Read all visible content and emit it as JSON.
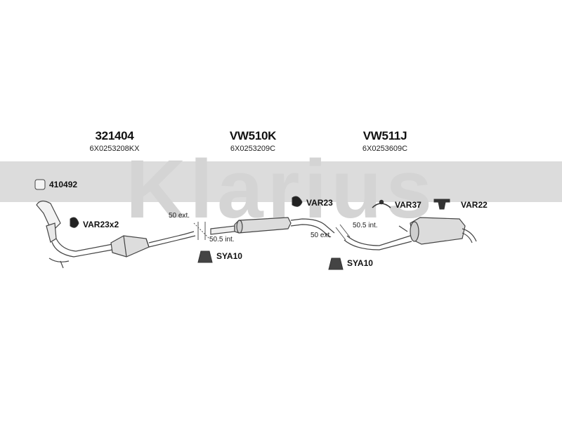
{
  "watermark": {
    "text": "Klarius",
    "color": "#d9d9d9"
  },
  "sections": [
    {
      "part_number": "321404",
      "reference": "6X0253208KX"
    },
    {
      "part_number": "VW510K",
      "reference": "6X0253209C"
    },
    {
      "part_number": "VW511J",
      "reference": "6X0253609C"
    }
  ],
  "parts": {
    "gasket": "410492",
    "clamp_front": "VAR23x2",
    "hanger_mid": "VAR23",
    "hanger_rear_a": "VAR37",
    "hanger_rear_b": "VAR22",
    "sleeve_a": "SYA10",
    "sleeve_b": "SYA10"
  },
  "notes": {
    "ext_a": "50 ext.",
    "int_a": "50.5 int.",
    "ext_b": "50 ext.",
    "int_b": "50.5 int."
  }
}
